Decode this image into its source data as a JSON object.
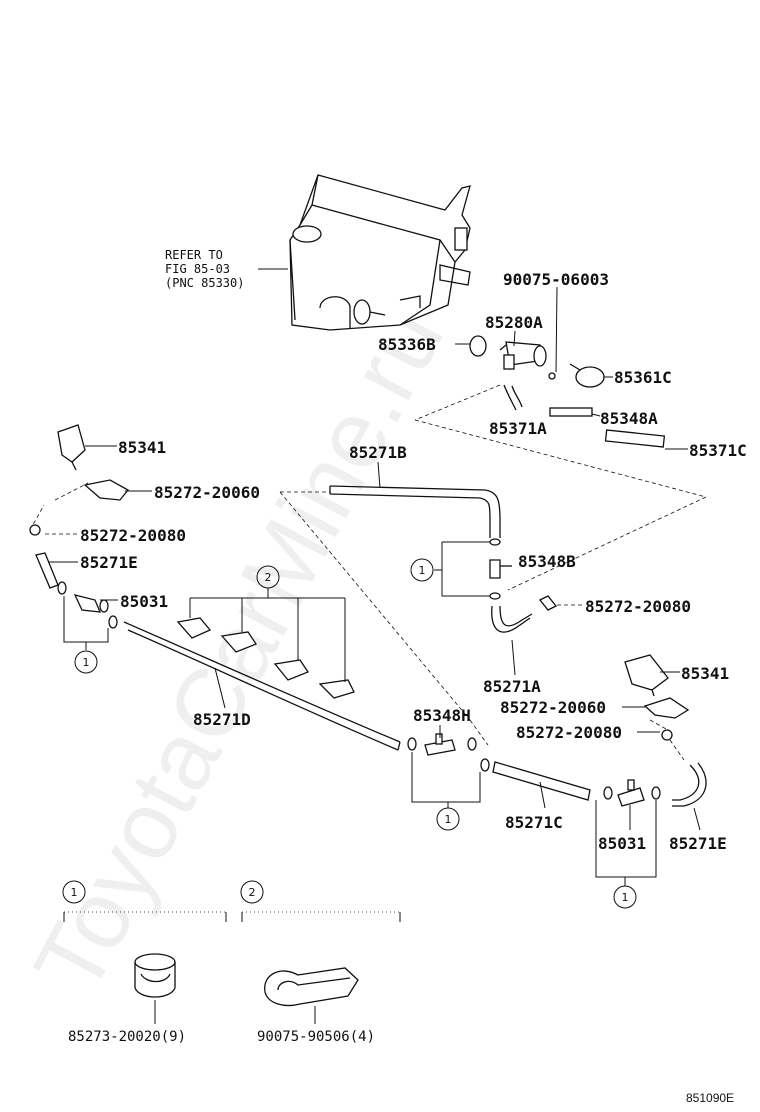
{
  "watermark": "ToyotaCarMine.ru",
  "tank_note": [
    "REFER TO",
    "FIG 85-03",
    "(PNC 85330)"
  ],
  "parts": {
    "p90075_06003": "90075-06003",
    "p85280A": "85280A",
    "p85336B": "85336B",
    "p85361C": "85361C",
    "p85348A": "85348A",
    "p85371A": "85371A",
    "p85371C": "85371C",
    "p85341_left": "85341",
    "p85271B": "85271B",
    "p85272_20060_left": "85272-20060",
    "p85272_20080_left": "85272-20080",
    "p85271E_left": "85271E",
    "p85348B": "85348B",
    "p85031_left": "85031",
    "p85272_20080_mid": "85272-20080",
    "p85271A": "85271A",
    "p85341_right": "85341",
    "p85272_20060_right": "85272-20060",
    "p85272_20080_right": "85272-20080",
    "p85271D": "85271D",
    "p85348H": "85348H",
    "p85271C": "85271C",
    "p85031_right": "85031",
    "p85271E_right": "85271E"
  },
  "callouts": {
    "c1": "1",
    "c2": "2"
  },
  "legend": {
    "item1_number": "1",
    "item1_part": "85273-20020(9)",
    "item2_number": "2",
    "item2_part": "90075-90506(4)"
  },
  "figure_code": "851090E"
}
